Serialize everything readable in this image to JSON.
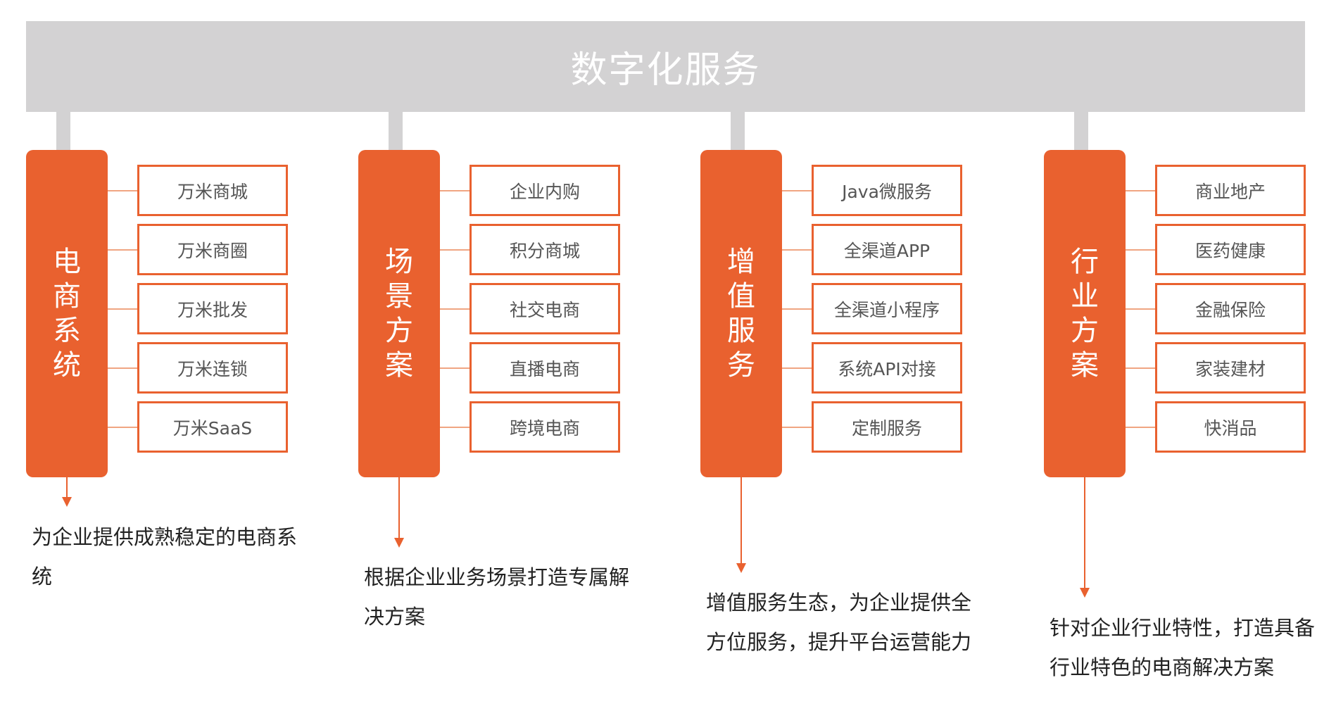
{
  "title": "数字化服务",
  "colors": {
    "accent": "#e9612f",
    "banner": "#d3d2d3"
  },
  "columns": [
    {
      "label": "电商系统",
      "items": [
        "万米商城",
        "万米商圈",
        "万米批发",
        "万米连锁",
        "万米SaaS"
      ],
      "description": "为企业提供成熟稳定的电商系统"
    },
    {
      "label": "场景方案",
      "items": [
        "企业内购",
        "积分商城",
        "社交电商",
        "直播电商",
        "跨境电商"
      ],
      "description": "根据企业业务场景打造专属解决方案"
    },
    {
      "label": "增值服务",
      "items": [
        "Java微服务",
        "全渠道APP",
        "全渠道小程序",
        "系统API对接",
        "定制服务"
      ],
      "description": "增值服务生态，为企业提供全方位服务，提升平台运营能力"
    },
    {
      "label": "行业方案",
      "items": [
        "商业地产",
        "医药健康",
        "金融保险",
        "家装建材",
        "快消品"
      ],
      "description": "针对企业行业特性，打造具备行业特色的电商解决方案"
    }
  ]
}
